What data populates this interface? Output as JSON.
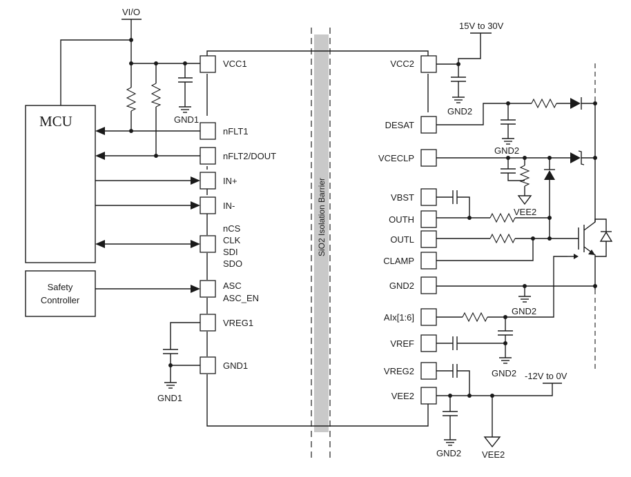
{
  "supplies": {
    "vio": "VI/O",
    "vcc2_range": "15V to 30V",
    "vee2_range": "-12V to 0V"
  },
  "blocks": {
    "mcu": "MCU",
    "safety_line1": "Safety",
    "safety_line2": "Controller"
  },
  "barrier_label": "SiO2 Isolation Barrier",
  "left_pins": {
    "vcc1": "VCC1",
    "nflt1": "nFLT1",
    "nflt2": "nFLT2/DOUT",
    "inp": "IN+",
    "inm": "IN-",
    "spi": [
      "nCS",
      "CLK",
      "SDI",
      "SDO"
    ],
    "asc": [
      "ASC",
      "ASC_EN"
    ],
    "vreg1": "VREG1",
    "gnd1": "GND1"
  },
  "right_pins": {
    "vcc2": "VCC2",
    "desat": "DESAT",
    "vceclp": "VCECLP",
    "vbst": "VBST",
    "outh": "OUTH",
    "outl": "OUTL",
    "clamp": "CLAMP",
    "gnd2": "GND2",
    "aix": "AIx[1:6]",
    "vref": "VREF",
    "vreg2": "VREG2",
    "vee2": "VEE2"
  },
  "grounds": {
    "gnd1": "GND1",
    "gnd2": "GND2",
    "vee2": "VEE2"
  }
}
